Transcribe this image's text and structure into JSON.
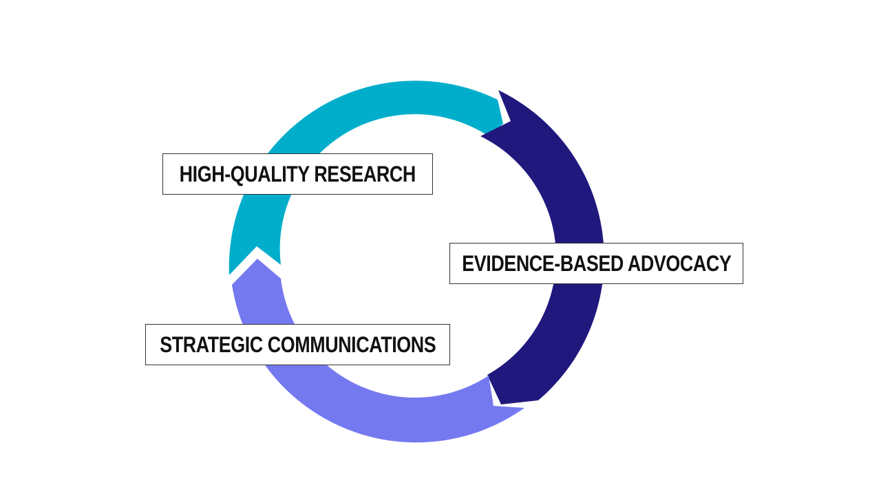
{
  "diagram": {
    "stages": [
      {
        "label": "HIGH-QUALITY RESEARCH",
        "color": "#00AECB"
      },
      {
        "label": "EVIDENCE-BASED ADVOCACY",
        "color": "#21187D"
      },
      {
        "label": "STRATEGIC COMMUNICATIONS",
        "color": "#7579F0"
      }
    ]
  }
}
